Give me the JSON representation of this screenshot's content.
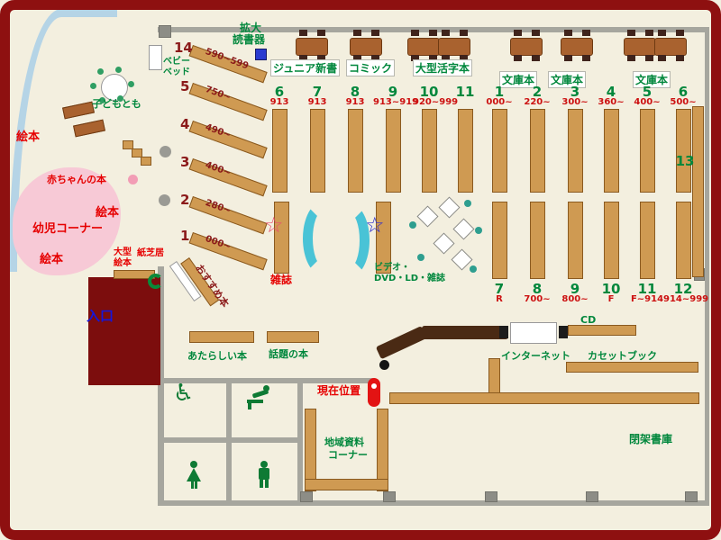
{
  "colors": {
    "frame": "#8e1010",
    "floor": "#f3efdf",
    "shelf": "#cf9a52",
    "wall": "#a6a69e",
    "red_label": "#e60000",
    "green_label": "#00873c",
    "blue_label": "#1616d9",
    "maroon_label": "#8b1a1a",
    "range_red": "#cc1111",
    "counter": "#4a2a14",
    "cyan": "#49c3d6"
  },
  "icons": {
    "wheelchair": "♿",
    "star": "☆"
  },
  "entrance": {
    "label": "入口"
  },
  "kids": {
    "ehon_wall": "絵本",
    "ehon_mid": "絵本",
    "ehon_lower": "絵本",
    "baby_books": "赤ちゃんの本",
    "toddler_corner": "幼児コーナー",
    "kodomo_tomo": "子どもとも",
    "baby_bed_l1": "ベビー",
    "baby_bed_l2": "ベッド",
    "ogata_l1": "大型",
    "ogata_l2": "絵本",
    "kamishibai": "紙芝居"
  },
  "top": {
    "magnifier_l1": "拡大",
    "magnifier_l2": "読書器",
    "junior": "ジュニア新書",
    "comic": "コミック",
    "large_print": "大型活字本",
    "bunko1": "文庫本",
    "bunko2": "文庫本",
    "bunko3": "文庫本"
  },
  "diagonal": [
    {
      "num": "14",
      "range": "590~599"
    },
    {
      "num": "5",
      "range": "750~"
    },
    {
      "num": "4",
      "range": "490~"
    },
    {
      "num": "3",
      "range": "400~"
    },
    {
      "num": "2",
      "range": "280~"
    },
    {
      "num": "1",
      "range": "000~"
    }
  ],
  "osusume": "おすすめ本",
  "cols_a": [
    {
      "num": "6",
      "range": "913"
    },
    {
      "num": "7",
      "range": "913"
    },
    {
      "num": "8",
      "range": "913"
    },
    {
      "num": "9",
      "range": "913~919"
    },
    {
      "num": "10",
      "range": "920~999"
    },
    {
      "num": "11",
      "range": ""
    }
  ],
  "cols_b": [
    {
      "num": "1",
      "range": "000~"
    },
    {
      "num": "2",
      "range": "220~"
    },
    {
      "num": "3",
      "range": "300~"
    },
    {
      "num": "4",
      "range": "360~"
    },
    {
      "num": "5",
      "range": "400~"
    },
    {
      "num": "6",
      "range": "500~"
    }
  ],
  "cols_c": [
    {
      "num": "7",
      "range": "R"
    },
    {
      "num": "8",
      "range": "700~"
    },
    {
      "num": "9",
      "range": "800~"
    },
    {
      "num": "10",
      "range": "F"
    },
    {
      "num": "11",
      "range": "F~914"
    },
    {
      "num": "12",
      "range": "914~999"
    }
  ],
  "shelf13": "13",
  "center": {
    "zasshi": "雑誌",
    "video_l1": "ビデオ・",
    "video_l2": "DVD・LD・雑誌"
  },
  "mid": {
    "new_books": "あたらしい本",
    "topic_books": "話題の本",
    "you_are_here": "現在位置"
  },
  "right": {
    "internet": "インターネット",
    "cd": "CD",
    "cassette": "カセットブック",
    "closed_stacks": "閉架書庫",
    "local_l1": "地域資料",
    "local_l2": "コーナー"
  }
}
